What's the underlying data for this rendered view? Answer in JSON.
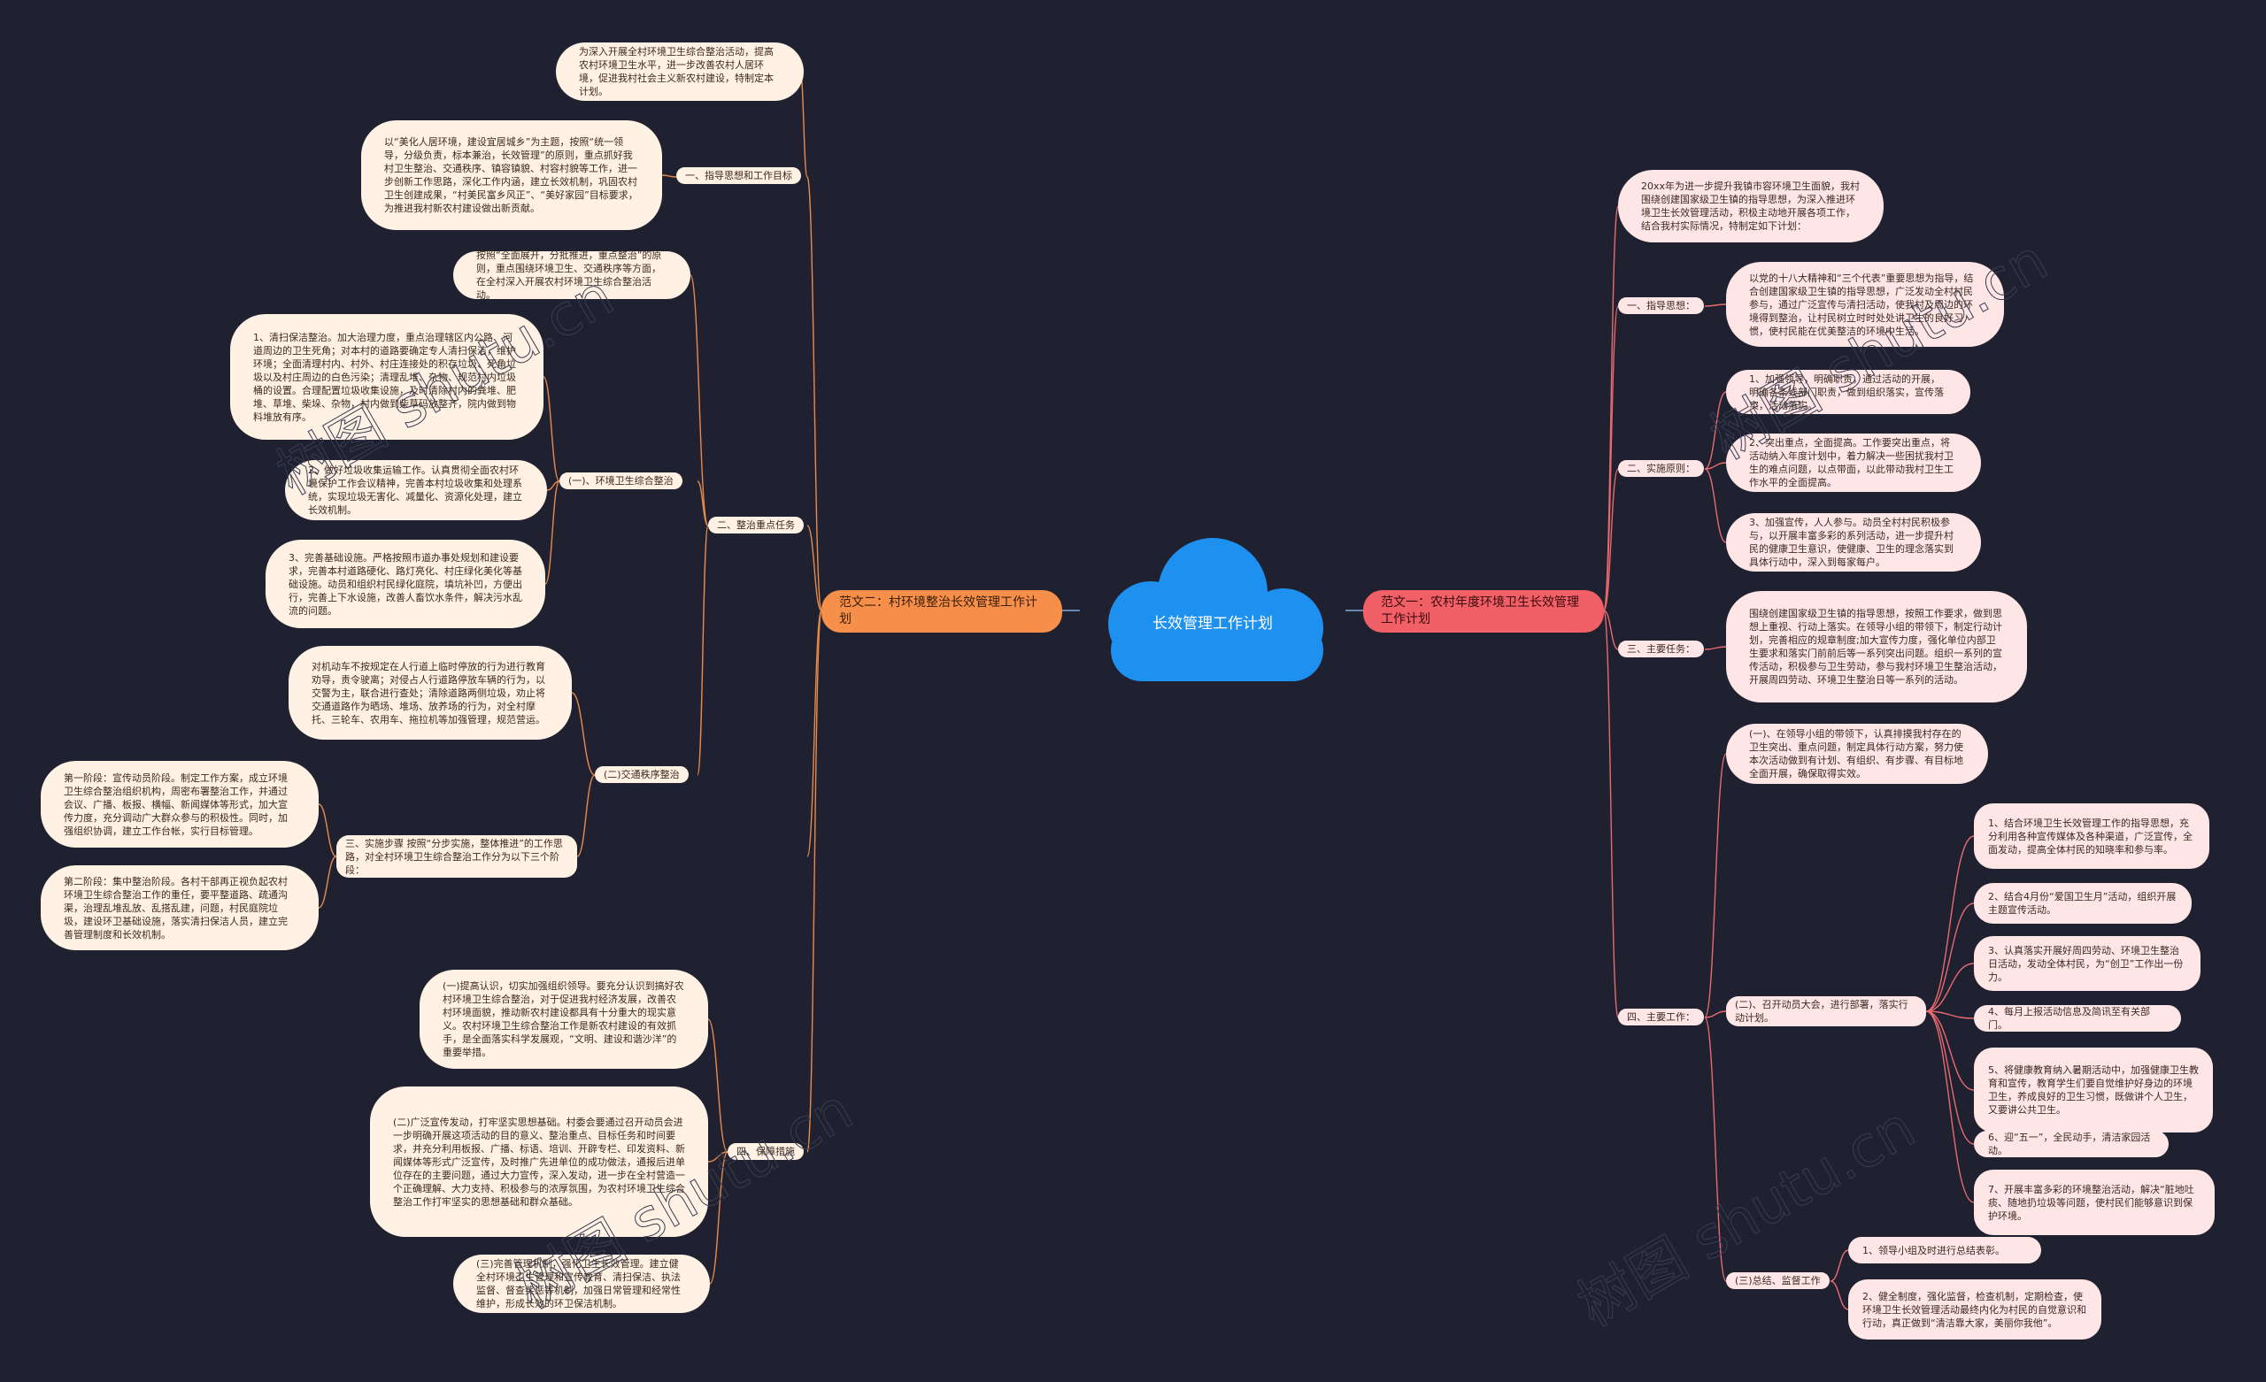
{
  "center": {
    "title": "长效管理工作计划",
    "color": "#1e90ef"
  },
  "colors": {
    "left_line": "#e88a4c",
    "right_line": "#e86a70",
    "bg": "#1f2130"
  },
  "left": {
    "main": "范文二：村环境整治长效管理工作计划",
    "b1_label": "一、指导思想和工作目标",
    "b1_t1": "为深入开展全村环境卫生综合整治活动，提高农村环境卫生水平，进一步改善农村人居环境，促进我村社会主义新农村建设，特制定本计划。",
    "b1_t2": "以“美化人居环境，建设宜居城乡”为主题，按照“统一领导，分级负责，标本兼治，长效管理”的原则，重点抓好我村卫生整治、交通秩序、镇容镇貌、村容村貌等工作，进一步创新工作思路，深化工作内涵，建立长效机制，巩固农村卫生创建成果，“村美民富乡风正”、“美好家园”目标要求，为推进我村新农村建设做出新贡献。",
    "b2_label": "二、整治重点任务",
    "b2_t0": "按照“全面展开，分批推进，重点整治”的原则，重点围绕环境卫生、交通秩序等方面，在全村深入开展农村环境卫生综合整治活动。",
    "b2_s1_label": "(一)、环境卫生综合整治",
    "b2_s1_t1": "1、清扫保洁整治。加大治理力度，重点治理辖区内公路、河道周边的卫生死角；对本村的道路要确定专人清扫保洁，维护环境；全面清理村内、村外、村庄连接处的积存垃圾、死角垃圾以及村庄周边的白色污染；清理乱堆、杂物、规范村内垃圾桶的设置。合理配置垃圾收集设施，及时清除村内的粪堆、肥堆、草堆、柴垛、杂物，村内做到柴草码放整齐，院内做到物料堆放有序。",
    "b2_s1_t2": "2、做好垃圾收集运输工作。认真贯彻全面农村环境保护工作会议精神，完善本村垃圾收集和处理系统，实现垃圾无害化、减量化、资源化处理，建立长效机制。",
    "b2_s1_t3": "3、完善基础设施。严格按照市道办事处规划和建设要求，完善本村道路硬化、路灯亮化、村庄绿化美化等基础设施。动员和组织村民绿化庭院，填坑补凹，方便出行，完善上下水设施，改善人畜饮水条件，解决污水乱流的问题。",
    "b2_s2_label": "(二)交通秩序整治",
    "b2_s2_t1": "对机动车不按规定在人行道上临时停放的行为进行教育劝导，责令驶离；对侵占人行道路停放车辆的行为，以交警为主，联合进行查处；清除道路两侧垃圾，劝止将交通道路作为晒场、堆场、放养场的行为，对全村摩托、三轮车、农用车、拖拉机等加强管理，规范营运。",
    "b3_label": "三、实施步骤 按照“分步实施，整体推进”的工作思路，对全村环境卫生综合整治工作分为以下三个阶段：",
    "b3_t1": "第一阶段：宣传动员阶段。制定工作方案，成立环境卫生综合整治组织机构，周密布署整治工作，并通过会议、广播、板报、横幅、新闻媒体等形式，加大宣传力度，充分调动广大群众参与的积极性。同时，加强组织协调，建立工作台帐，实行目标管理。",
    "b3_t2": "第二阶段：集中整治阶段。各村干部再正视负起农村环境卫生综合整治工作的重任，要平整道路、疏通沟渠，治理乱堆乱放、乱搭乱建，问题，村民庭院垃圾，建设环卫基础设施，落实清扫保洁人员，建立完善管理制度和长效机制。",
    "b4_label": "四、保障措施",
    "b4_t1": "(一)提高认识，切实加强组织领导。要充分认识到搞好农村环境卫生综合整治，对于促进我村经济发展，改善农村环境面貌，推动新农村建设都具有十分重大的现实意义。农村环境卫生综合整治工作是新农村建设的有效抓手，是全面落实科学发展观，“文明、建设和谐沙洋”的重要举措。",
    "b4_t2": "(二)广泛宣传发动，打牢坚实思想基础。村委会要通过召开动员会进一步明确开展这项活动的目的意义、整治重点、目标任务和时间要求，并充分利用板报、广播、标语、培训、开辟专栏、印发资料、新闻媒体等形式广泛宣传，及时推广先进单位的成功做法，通报后进单位存在的主要问题，通过大力宣传，深入发动，进一步在全村营造一个正确理解、大力支持、积极参与的浓厚氛围，为农村环境卫生综合整治工作打牢坚实的思想基础和群众基础。",
    "b4_t3": "(三)完善管理机制，强化卫生长效管理。建立健全村环境卫生管理和宣传教育、清扫保洁、执法监督、督查奖惩等机制，加强日常管理和经常性维护，形成长效的环卫保洁机制。"
  },
  "right": {
    "main": "范文一：农村年度环境卫生长效管理工作计划",
    "intro": "20xx年为进一步提升我镇市容环境卫生面貌，我村围绕创建国家级卫生镇的指导思想，为深入推进环境卫生长效管理活动，积极主动地开展各项工作，结合我村实际情况，特制定如下计划：",
    "r1_label": "一、指导思想：",
    "r1_t1": "以党的十八大精神和“三个代表”重要思想为指导，结合创建国家级卫生镇的指导思想，广泛发动全村村民参与，通过广泛宣传与清扫活动，使我村及周边的环境得到整治，让村民树立时时处处讲卫生的良好习惯，使村民能在优美整洁的环境中生活。",
    "r2_label": "二、实施原则：",
    "r2_t1": "1、加强领导，明确职责，通过活动的开展，明确各条线部门职责，做到组织落实，宣传落实，活动落实。",
    "r2_t2": "2、突出重点，全面提高。工作要突出重点，将活动纳入年度计划中，着力解决一些困扰我村卫生的难点问题，以点带面，以此带动我村卫生工作水平的全面提高。",
    "r2_t3": "3、加强宣传，人人参与。动员全村村民积极参与，以开展丰富多彩的系列活动，进一步提升村民的健康卫生意识，使健康、卫生的理念落实到具体行动中，深入到每家每户。",
    "r3_label": "三、主要任务：",
    "r3_t1": "围绕创建国家级卫生镇的指导思想，按照工作要求，做到思想上重视、行动上落实。在领导小组的带领下，制定行动计划，完善相应的规章制度;加大宣传力度，强化单位内部卫生要求和落实门前前后等一系列突出问题。组织一系列的宣传活动，积极参与卫生劳动，参与我村环境卫生整治活动，开展周四劳动、环境卫生整治日等一系列的活动。",
    "r4_label": "四、主要工作：",
    "r4_t1": "(一)、在领导小组的带领下，认真排摸我村存在的卫生突出、重点问题，制定具体行动方案，努力使本次活动做到有计划、有组织、有步骤、有目标地全面开展，确保取得实效。",
    "r4_s2_label": "(二)、召开动员大会，进行部署，落实行动计划。",
    "r4_s2_items": [
      "1、结合环境卫生长效管理工作的指导思想，充分利用各种宣传媒体及各种渠道，广泛宣传，全面发动，提高全体村民的知晓率和参与率。",
      "2、结合4月份“爱国卫生月”活动，组织开展主题宣传活动。",
      "3、认真落实开展好周四劳动、环境卫生整治日活动，发动全体村民，为“创卫”工作出一份力。",
      "4、每月上报活动信息及简讯至有关部门。",
      "5、将健康教育纳入暑期活动中，加强健康卫生教育和宣传，教育学生们要自觉维护好身边的环境卫生，养成良好的卫生习惯，既做讲个人卫生，又要讲公共卫生。",
      "6、迎“五一”，全民动手，清洁家园活动。",
      "7、开展丰富多彩的环境整治活动，解决“脏地吐痰、随地扔垃圾等问题，使村民们能够意识到保护环境。"
    ],
    "r4_s3_label": "(三)总结、监督工作",
    "r4_s3_items": [
      "1、领导小组及时进行总结表彰。",
      "2、健全制度，强化监督，检查机制，定期检查，使环境卫生长效管理活动最终内化为村民的自觉意识和行动，真正做到“清洁靠大家，美丽你我他”。"
    ]
  }
}
